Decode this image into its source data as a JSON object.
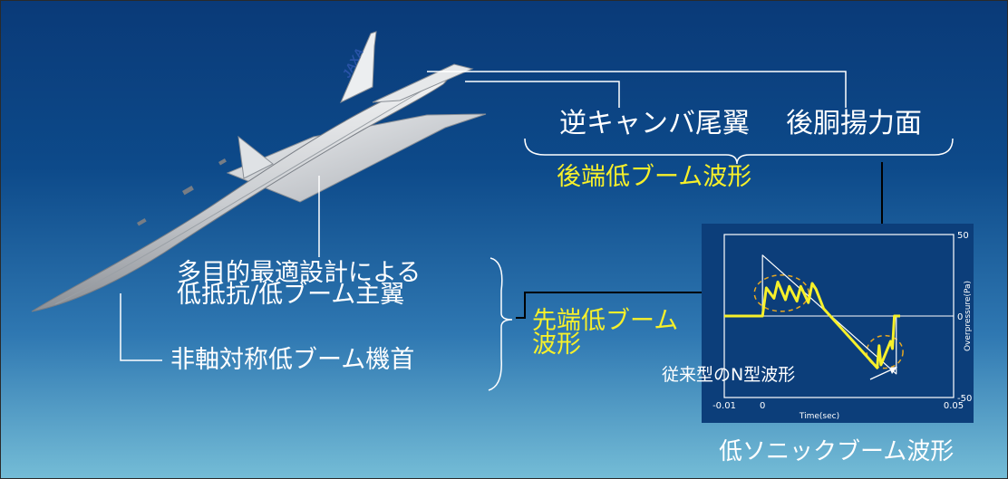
{
  "labels": {
    "inverted_canard_tail": "逆キャンバ尾翼",
    "aft_fuselage_lift": "後胴揚力面",
    "aft_low_boom_waveform": "後端低ブーム波形",
    "multi_objective_wing_line1": "多目的最適設計による",
    "multi_objective_wing_line2": "低抵抗/低ブーム主翼",
    "nonaxisymmetric_nose": "非軸対称低ブーム機首",
    "front_low_boom_line1": "先端低ブーム",
    "front_low_boom_line2": "波形",
    "conventional_n_wave": "従来型のN型波形",
    "low_sonic_boom_waveform": "低ソニックブーム波形"
  },
  "aircraft": {
    "logo_text": "JAXA"
  },
  "chart": {
    "xlabel": "Time(sec)",
    "ylabel": "Overpressure(Pa)",
    "xticks": [
      "-0.01",
      "0",
      "0.05"
    ],
    "yticks": [
      "50",
      "0",
      "-50"
    ]
  },
  "chart_data": {
    "type": "line",
    "x_range": [
      -0.01,
      0.05
    ],
    "y_range": [
      -50,
      50
    ],
    "xlabel": "Time(sec)",
    "ylabel": "Overpressure(Pa)",
    "series": [
      {
        "x": [
          -0.01,
          0.0,
          0.001,
          0.003,
          0.004,
          0.006,
          0.007,
          0.009,
          0.01,
          0.012,
          0.013,
          0.014,
          0.016,
          0.03,
          0.0305,
          0.031,
          0.0335,
          0.034,
          0.0345,
          0.036
        ],
        "y": [
          0.0,
          0.0,
          17.3,
          10.9,
          20.9,
          10.0,
          18.2,
          9.1,
          18.2,
          8.2,
          20.0,
          16.4,
          4.5,
          -31.8,
          -18.2,
          -30.0,
          -15.5,
          -20.0,
          0.0,
          0.0
        ],
        "color": "#f7f02a"
      },
      {
        "x": [
          0.0,
          0.0,
          0.035,
          0.035
        ],
        "y": [
          0.0,
          37.3,
          -35.5,
          0.0
        ],
        "color": "#ffffff"
      }
    ]
  }
}
